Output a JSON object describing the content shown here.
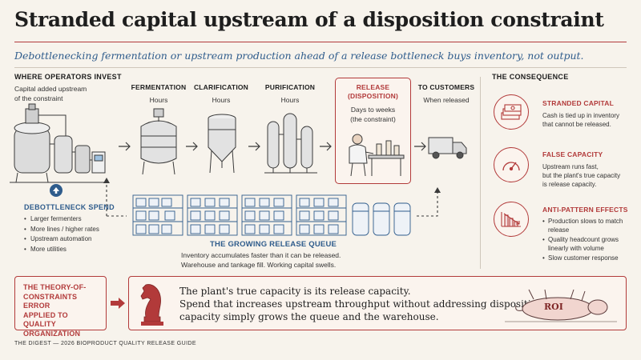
{
  "title": "Stranded capital upstream of a disposition constraint",
  "subtitle": "Debottlenecking fermentation or upstream production ahead of a release bottleneck buys inventory, not output.",
  "invest": {
    "heading": "WHERE OPERATORS INVEST",
    "desc_line1": "Capital added upstream",
    "desc_line2": "of the constraint",
    "spend_title": "DEBOTTLENECK SPEND",
    "spend_items": [
      "Larger fermenters",
      "More lines / higher rates",
      "Upstream automation",
      "More utilities"
    ]
  },
  "stages": [
    {
      "label": "FERMENTATION",
      "sub": "Hours"
    },
    {
      "label": "CLARIFICATION",
      "sub": "Hours"
    },
    {
      "label": "PURIFICATION",
      "sub": "Hours"
    }
  ],
  "release": {
    "label_line1": "RELEASE",
    "label_line2": "(DISPOSITION)",
    "sub_line1": "Days to weeks",
    "sub_line2": "(the constraint)"
  },
  "customers": {
    "label": "TO CUSTOMERS",
    "sub": "When released"
  },
  "queue": {
    "title": "THE GROWING RELEASE QUEUE",
    "line1": "Inventory accumulates faster than it can be released.",
    "line2": "Warehouse and tankage fill. Working capital swells."
  },
  "consequence": {
    "heading": "THE CONSEQUENCE",
    "items": [
      {
        "title": "STRANDED CAPITAL",
        "lines": [
          "Cash is tied up in inventory",
          "that cannot be released."
        ],
        "icon": "cash-stack-icon"
      },
      {
        "title": "FALSE CAPACITY",
        "lines": [
          "Upstream runs fast,",
          "but the plant's true capacity",
          "is release capacity."
        ],
        "icon": "gauge-icon"
      },
      {
        "title": "ANTI-PATTERN EFFECTS",
        "bullets": [
          "Production slows to match|release",
          "Quality headcount grows|linearly with volume",
          "Slow customer response"
        ],
        "icon": "declining-chart-icon"
      }
    ]
  },
  "toc_error": {
    "line1": "THE THEORY-OF-",
    "line2": "CONSTRAINTS ERROR",
    "line3": "APPLIED TO QUALITY",
    "line4": "ORGANIZATION"
  },
  "quote": {
    "line1": "The plant's true capacity is its release capacity.",
    "line2": "Spend that increases upstream throughput without addressing disposition",
    "line3": "capacity simply grows the queue and the warehouse."
  },
  "roi_label": "ROI",
  "footer": "THE DIGEST — 2026 BIOPRODUCT QUALITY RELEASE GUIDE",
  "colors": {
    "accent_red": "#b23a3a",
    "accent_blue": "#2f5c8c",
    "background": "#f7f3ec"
  }
}
